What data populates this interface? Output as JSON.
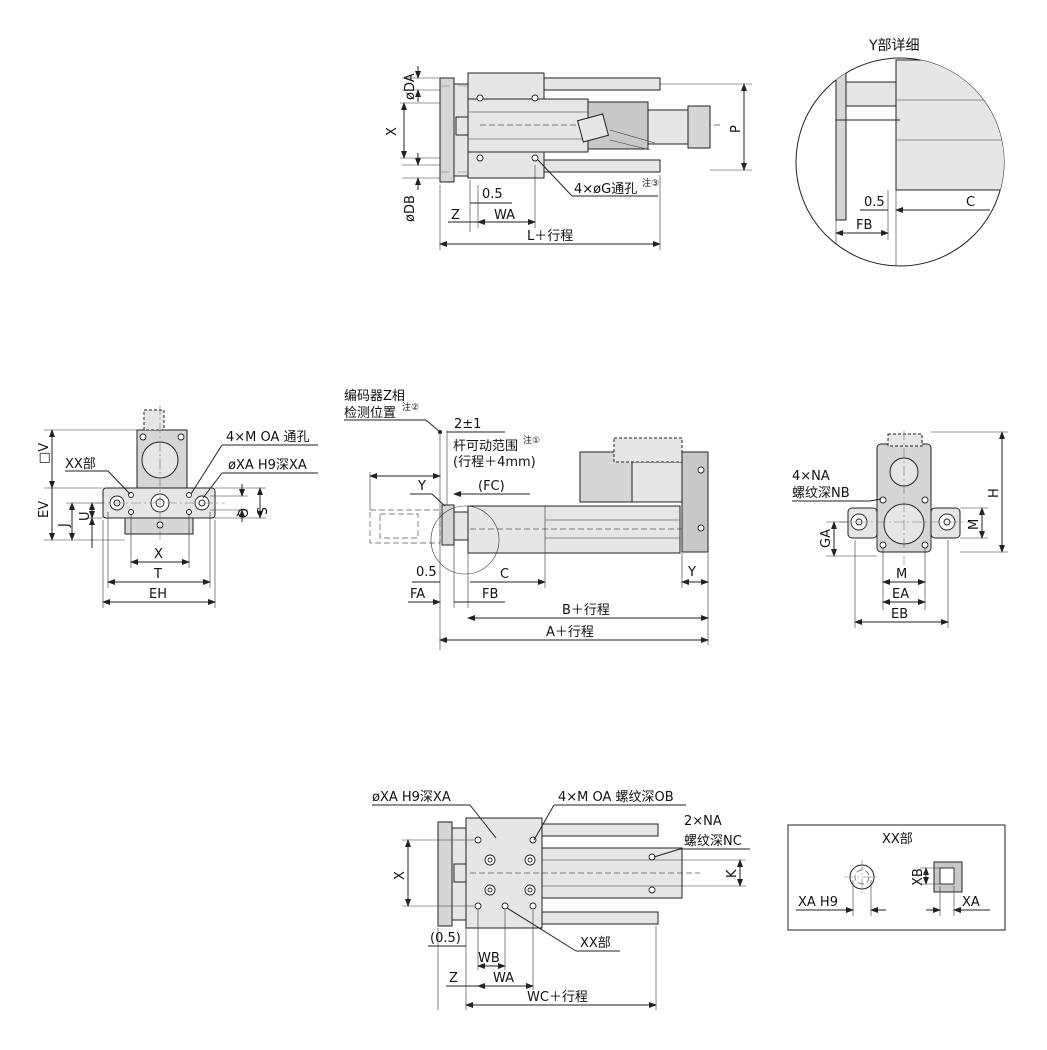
{
  "view_top": {
    "dims": {
      "dia_a": "øDA",
      "dia_b": "øDB",
      "x": "X",
      "p": "P",
      "z": "Z",
      "wa": "WA",
      "half_mm": "0.5",
      "length": "L＋行程"
    },
    "callout": "4×øG通孔",
    "note": "注③"
  },
  "detail_y": {
    "title": "Y部详细",
    "dims": {
      "half_mm": "0.5",
      "fb": "FB",
      "c": "C"
    }
  },
  "view_end_left": {
    "dims": {
      "v": "□V",
      "ev": "EV",
      "j": "J",
      "u": "U",
      "q": "Q",
      "s": "S",
      "x": "X",
      "t": "T",
      "eh": "EH"
    },
    "labels": {
      "xx": "XX部",
      "holes": "4×M OA 通孔",
      "pin": "øXA  H9深XA"
    }
  },
  "view_side": {
    "encoder_line1": "编码器Z相",
    "encoder_line2": "检测位置",
    "encoder_note": "注②",
    "tol": "2±1",
    "range_line1": "杆可动范围",
    "range_note": "注①",
    "range_line2": "(行程＋4mm)",
    "fc": "(FC)",
    "y_left": "Y",
    "y_right": "Y",
    "half_mm": "0.5",
    "c": "C",
    "fa": "FA",
    "fb": "FB",
    "b_stroke": "B＋行程",
    "a_stroke": "A＋行程"
  },
  "view_end_right": {
    "label_holes": "4×NA",
    "label_thread": "螺纹深NB",
    "dims": {
      "h": "H",
      "m_side": "M",
      "ga": "GA",
      "m": "M",
      "ea": "EA",
      "eb": "EB"
    }
  },
  "view_bottom": {
    "pin": "øXA  H9深XA",
    "holes": "4×M OA 螺纹深OB",
    "na": "2×NA",
    "nc": "螺纹深NC",
    "x": "X",
    "k": "K",
    "xx": "XX部",
    "paren_half": "(0.5)",
    "wb": "WB",
    "z": "Z",
    "wa": "WA",
    "wc": "WC＋行程"
  },
  "detail_xx": {
    "title": "XX部",
    "xa_h9": "XA  H9",
    "xb": "XB",
    "xa": "XA"
  }
}
